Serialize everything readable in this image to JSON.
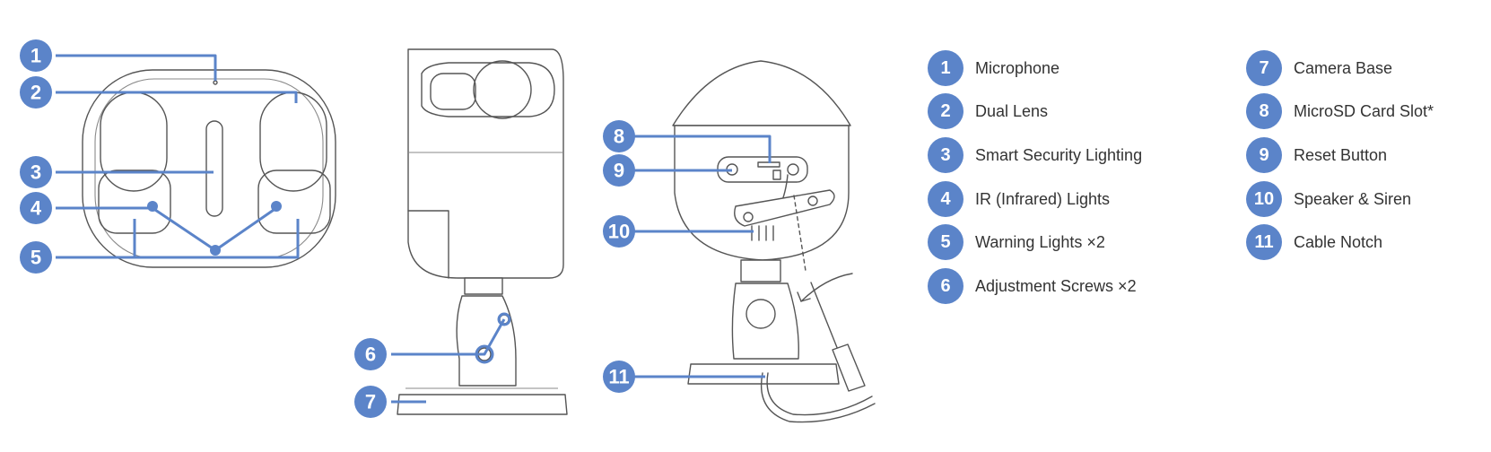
{
  "callouts": {
    "c1": "1",
    "c2": "2",
    "c3": "3",
    "c4": "4",
    "c5": "5",
    "c6": "6",
    "c7": "7",
    "c8": "8",
    "c9": "9",
    "c10": "10",
    "c11": "11"
  },
  "legend": {
    "items": [
      {
        "num": "1",
        "label": "Microphone"
      },
      {
        "num": "2",
        "label": "Dual Lens"
      },
      {
        "num": "3",
        "label": "Smart Security Lighting"
      },
      {
        "num": "4",
        "label": "IR (Infrared) Lights"
      },
      {
        "num": "5",
        "label": "Warning Lights ×2"
      },
      {
        "num": "6",
        "label": "Adjustment Screws ×2"
      },
      {
        "num": "7",
        "label": "Camera Base"
      },
      {
        "num": "8",
        "label": "MicroSD Card Slot*"
      },
      {
        "num": "9",
        "label": "Reset Button"
      },
      {
        "num": "10",
        "label": "Speaker & Siren"
      },
      {
        "num": "11",
        "label": "Cable Notch"
      }
    ]
  },
  "colors": {
    "accent": "#5b84c9",
    "line_art": "#555555",
    "text": "#333333"
  }
}
